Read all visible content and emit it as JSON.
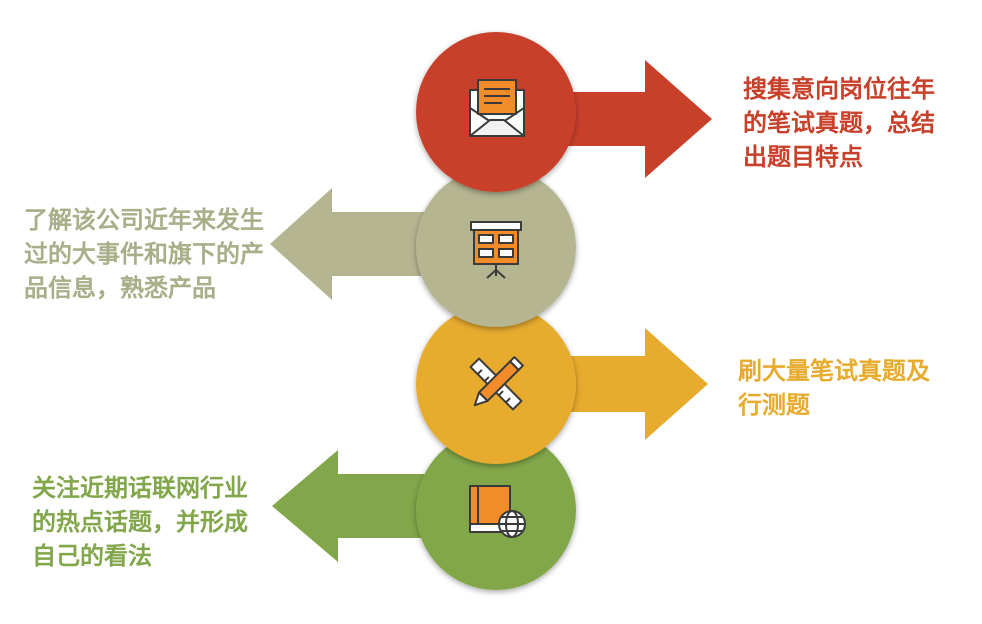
{
  "steps": [
    {
      "id": "step-1",
      "direction": "right",
      "icon": "envelope-letter-icon",
      "color": "#c8402a",
      "lines": [
        "搜集意向岗位往年",
        "的笔试真题，总结",
        "出题目特点"
      ]
    },
    {
      "id": "step-2",
      "direction": "left",
      "icon": "presentation-board-icon",
      "color": "#b5b592",
      "text_color": "#a9ad88",
      "lines": [
        "了解该公司近年来发生",
        "过的大事件和旗下的产",
        "品信息，熟悉产品"
      ]
    },
    {
      "id": "step-3",
      "direction": "right",
      "icon": "pencil-ruler-icon",
      "color": "#e7ab2d",
      "lines": [
        "刷大量笔试真题及",
        "行测题"
      ]
    },
    {
      "id": "step-4",
      "direction": "left",
      "icon": "book-globe-icon",
      "color": "#82a74a",
      "lines": [
        "关注近期话联网行业",
        "的热点话题，并形成",
        "自己的看法"
      ]
    }
  ]
}
